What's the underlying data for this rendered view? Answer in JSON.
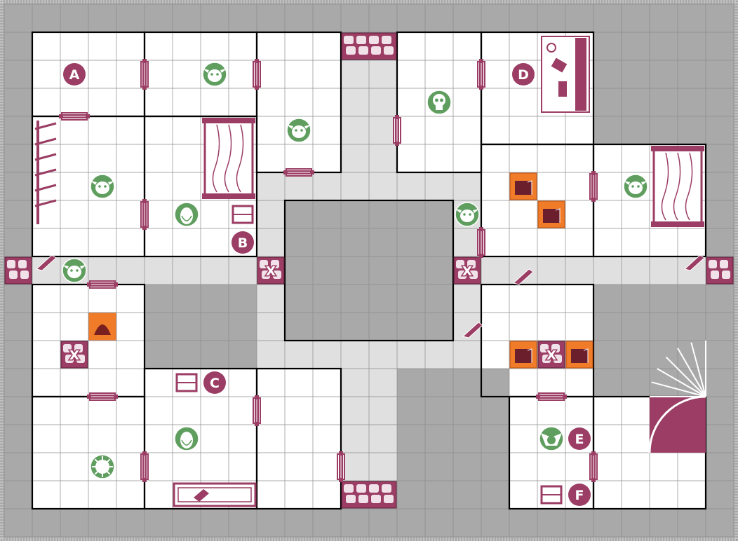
{
  "board": {
    "columns": 26,
    "rows": 19,
    "colors": {
      "rock": "#a9a9a9",
      "room_floor": "#ffffff",
      "corridor": "#e0e0e0",
      "grid": "#8c8c8c",
      "wall": "#000000",
      "furniture": "#9b3d64",
      "monster": "#5f9e5f",
      "trap": "#f07c2a",
      "edge_ticks": "#d8d8d8"
    }
  },
  "rooms": [
    {
      "id": "room-a",
      "cells": [
        1,
        1,
        4,
        3
      ]
    },
    {
      "id": "room-a2",
      "cells": [
        5,
        1,
        4,
        3
      ]
    },
    {
      "id": "room-n3",
      "cells": [
        9,
        1,
        3,
        5
      ]
    },
    {
      "id": "room-nw-left",
      "cells": [
        1,
        4,
        4,
        5
      ]
    },
    {
      "id": "room-b",
      "cells": [
        5,
        4,
        4,
        5
      ]
    },
    {
      "id": "room-skull",
      "cells": [
        14,
        1,
        3,
        5
      ]
    },
    {
      "id": "room-d",
      "cells": [
        17,
        1,
        4,
        4
      ]
    },
    {
      "id": "room-ne-mid",
      "cells": [
        17,
        5,
        4,
        4
      ]
    },
    {
      "id": "room-ne-right",
      "cells": [
        21,
        5,
        4,
        4
      ]
    },
    {
      "id": "room-w",
      "cells": [
        1,
        10,
        4,
        4
      ]
    },
    {
      "id": "room-sw",
      "cells": [
        1,
        14,
        4,
        4
      ]
    },
    {
      "id": "room-c",
      "cells": [
        5,
        13,
        4,
        5
      ]
    },
    {
      "id": "room-s3",
      "cells": [
        9,
        13,
        3,
        5
      ]
    },
    {
      "id": "room-e-mid",
      "cells": [
        17,
        10,
        4,
        4
      ]
    },
    {
      "id": "room-e",
      "cells": [
        18,
        14,
        3,
        4
      ]
    },
    {
      "id": "room-se",
      "cells": [
        21,
        14,
        4,
        4
      ]
    }
  ],
  "corridors": [
    [
      1,
      9,
      24,
      1
    ],
    [
      12,
      2,
      2,
      4
    ],
    [
      9,
      6,
      8,
      1
    ],
    [
      9,
      7,
      1,
      6
    ],
    [
      16,
      7,
      1,
      6
    ],
    [
      9,
      12,
      8,
      1
    ],
    [
      12,
      13,
      2,
      5
    ]
  ],
  "rock_blocks": [
    [
      10,
      7,
      6,
      5
    ],
    [
      21,
      1,
      4,
      4
    ],
    [
      5,
      10,
      2,
      3
    ],
    [
      7,
      10,
      2,
      3
    ],
    [
      14,
      13,
      4,
      5
    ],
    [
      21,
      10,
      4,
      4
    ]
  ],
  "labels": [
    {
      "text": "A",
      "col": 2.5,
      "row": 2.5
    },
    {
      "text": "B",
      "col": 8.5,
      "row": 8.5
    },
    {
      "text": "C",
      "col": 7.5,
      "row": 13.5
    },
    {
      "text": "D",
      "col": 18.5,
      "row": 2.5
    },
    {
      "text": "E",
      "col": 20.5,
      "row": 15.5
    },
    {
      "text": "F",
      "col": 20.5,
      "row": 17.5
    }
  ],
  "monsters": [
    {
      "kind": "goblin",
      "col": 7.5,
      "row": 2.5
    },
    {
      "kind": "goblin",
      "col": 10.5,
      "row": 4.5
    },
    {
      "kind": "goblin",
      "col": 3.5,
      "row": 6.5
    },
    {
      "kind": "goblin",
      "col": 16.5,
      "row": 7.5
    },
    {
      "kind": "goblin",
      "col": 22.5,
      "row": 6.5
    },
    {
      "kind": "goblin",
      "col": 2.5,
      "row": 9.5
    },
    {
      "kind": "skeleton",
      "col": 15.5,
      "row": 3.5
    },
    {
      "kind": "dwarf",
      "col": 6.5,
      "row": 7.5
    },
    {
      "kind": "dwarf",
      "col": 6.5,
      "row": 15.5
    },
    {
      "kind": "warlock",
      "col": 3.5,
      "row": 16.5
    },
    {
      "kind": "gargoyle",
      "col": 19.5,
      "row": 15.5
    }
  ],
  "traps": [
    {
      "col": 18,
      "row": 6
    },
    {
      "col": 19,
      "row": 7
    },
    {
      "col": 18,
      "row": 12
    },
    {
      "col": 20,
      "row": 12
    },
    {
      "col": 3,
      "row": 11
    }
  ],
  "x_markers": [
    {
      "col": 9,
      "row": 9
    },
    {
      "col": 16,
      "row": 9
    },
    {
      "col": 2,
      "row": 12
    },
    {
      "col": 19,
      "row": 12
    }
  ],
  "stone_blocks": [
    {
      "col": 12,
      "row": 1,
      "w": 2,
      "h": 1
    },
    {
      "col": 12,
      "row": 17,
      "w": 2,
      "h": 1
    },
    {
      "col": 0,
      "row": 9,
      "w": 1,
      "h": 1
    },
    {
      "col": 25,
      "row": 9,
      "w": 1,
      "h": 1
    }
  ],
  "doors_v": [
    [
      5,
      2
    ],
    [
      9,
      2
    ],
    [
      17,
      2
    ],
    [
      14,
      4
    ],
    [
      5,
      7
    ],
    [
      21,
      6
    ],
    [
      17,
      8
    ],
    [
      5,
      16
    ],
    [
      9,
      14
    ],
    [
      12,
      16
    ],
    [
      21,
      16
    ]
  ],
  "doors_h": [
    [
      2,
      4
    ],
    [
      10,
      6
    ],
    [
      3,
      10
    ],
    [
      3,
      14
    ],
    [
      19,
      14
    ]
  ],
  "furniture": [
    {
      "kind": "table",
      "col": 7,
      "row": 4,
      "w": 2,
      "h": 3
    },
    {
      "kind": "table",
      "col": 23,
      "row": 5,
      "w": 2,
      "h": 3
    },
    {
      "kind": "alchemist-bench",
      "col": 19,
      "row": 1,
      "w": 2,
      "h": 3
    },
    {
      "kind": "weapon-rack",
      "col": 1,
      "row": 4,
      "w": 1,
      "h": 4
    },
    {
      "kind": "chest",
      "col": 8,
      "row": 7,
      "w": 1,
      "h": 1
    },
    {
      "kind": "chest",
      "col": 6,
      "row": 13,
      "w": 1,
      "h": 1
    },
    {
      "kind": "chest",
      "col": 19,
      "row": 17,
      "w": 1,
      "h": 1
    },
    {
      "kind": "tomb",
      "col": 6,
      "row": 17,
      "w": 3,
      "h": 1
    },
    {
      "kind": "stairs",
      "col": 23,
      "row": 14,
      "w": 2,
      "h": 2
    },
    {
      "kind": "fireplace",
      "col": 3,
      "row": 11,
      "w": 1,
      "h": 1
    }
  ],
  "rubble": [
    {
      "col": 1.5,
      "row": 9.2
    },
    {
      "col": 18.5,
      "row": 9.7
    },
    {
      "col": 16.7,
      "row": 11.6
    },
    {
      "col": 24.6,
      "row": 9.2
    }
  ]
}
